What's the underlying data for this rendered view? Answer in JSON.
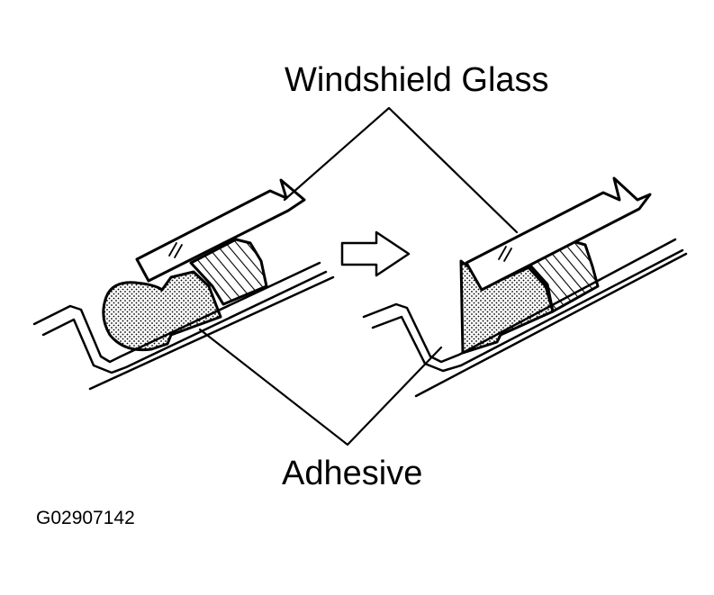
{
  "labels": {
    "windshield_glass": "Windshield Glass",
    "adhesive": "Adhesive",
    "figure_id": "G02907142"
  },
  "colors": {
    "ink": "#000000",
    "paper": "#ffffff"
  },
  "icons": {
    "transition": "right-arrow-icon"
  }
}
